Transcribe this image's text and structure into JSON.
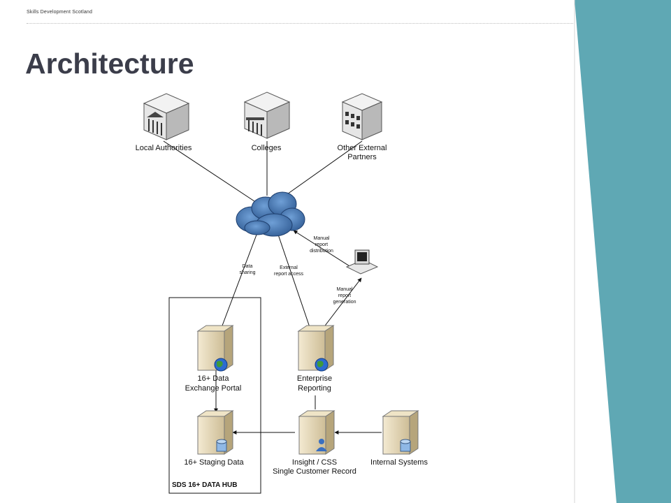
{
  "header": {
    "org_name": "Skills Development Scotland",
    "title": "Architecture"
  },
  "theme": {
    "accent": "#5fa8b4",
    "title_color": "#3b3d4a",
    "cloud_color": "#4a78b0"
  },
  "diagram": {
    "partners": [
      {
        "label": "Local Authorities",
        "icon": "government-building-icon"
      },
      {
        "label": "Colleges",
        "icon": "college-building-icon"
      },
      {
        "label_line1": "Other External",
        "label_line2": "Partners",
        "icon": "office-building-icon"
      }
    ],
    "cloud": {
      "icon": "network-cloud-icon"
    },
    "edge_labels": {
      "data_sharing_1": "Data",
      "data_sharing_2": "sharing",
      "external_report_access_1": "External",
      "external_report_access_2": "report access",
      "manual_distribution_1": "Manual",
      "manual_distribution_2": "report",
      "manual_distribution_3": "distribution",
      "manual_generation_1": "Manual",
      "manual_generation_2": "report",
      "manual_generation_3": "generation"
    },
    "servers": {
      "exchange_portal_1": "16+ Data",
      "exchange_portal_2": "Exchange Portal",
      "enterprise_reporting_1": "Enterprise",
      "enterprise_reporting_2": "Reporting",
      "staging_data": "16+ Staging Data",
      "insight_1": "Insight / CSS",
      "insight_2": "Single Customer Record",
      "internal_systems": "Internal Systems"
    },
    "hub_label": "SDS 16+ DATA HUB"
  }
}
